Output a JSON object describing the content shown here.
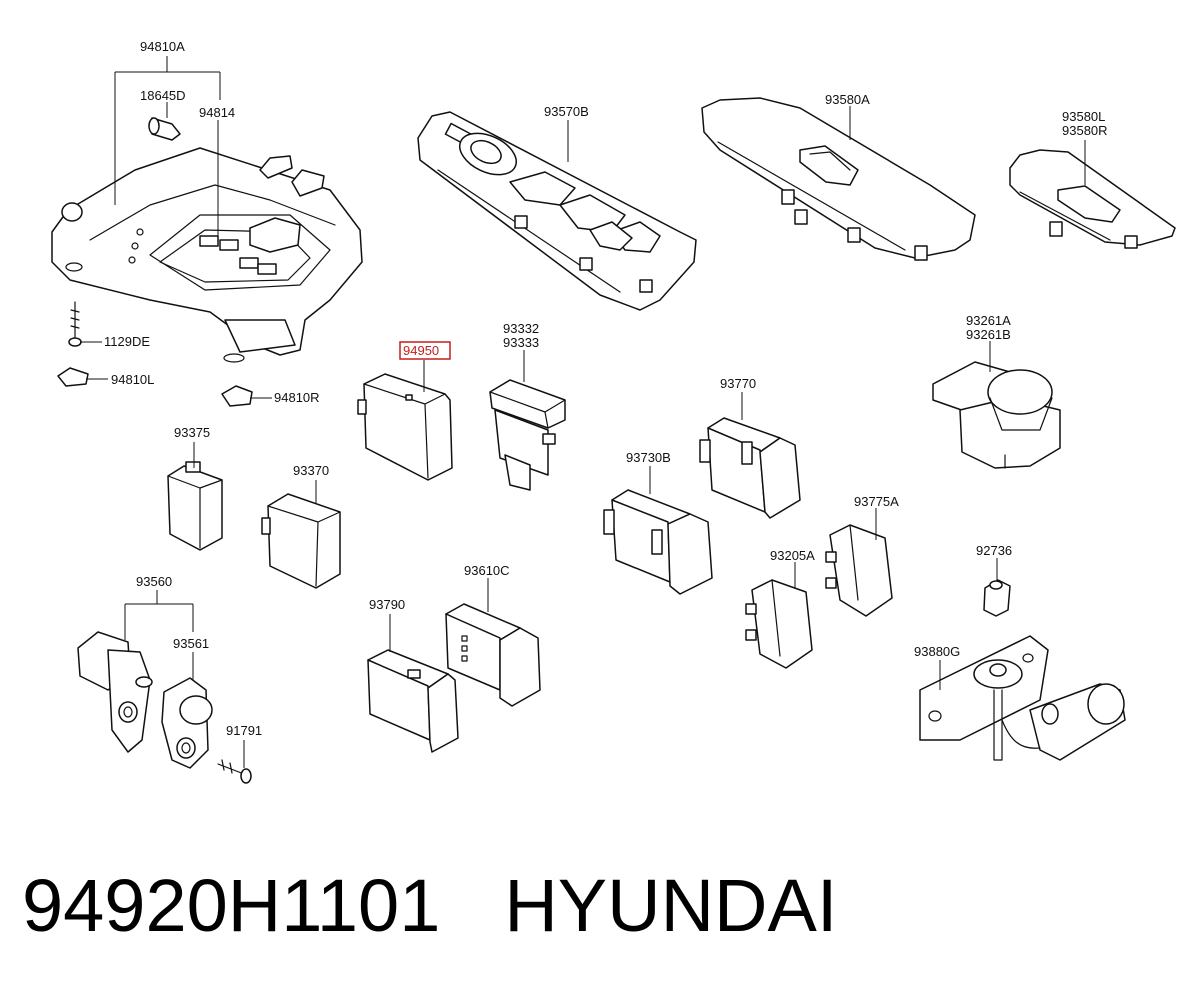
{
  "labels": {
    "l_94810A": "94810A",
    "l_18645D": "18645D",
    "l_94814": "94814",
    "l_1129DE": "1129DE",
    "l_94810L": "94810L",
    "l_94810R": "94810R",
    "l_93570B": "93570B",
    "l_93580A": "93580A",
    "l_93580L": "93580L",
    "l_93580R": "93580R",
    "l_94950": "94950",
    "l_93332": "93332",
    "l_93333": "93333",
    "l_93261A": "93261A",
    "l_93261B": "93261B",
    "l_93770": "93770",
    "l_93375": "93375",
    "l_93370": "93370",
    "l_93730B": "93730B",
    "l_93775A": "93775A",
    "l_93205A": "93205A",
    "l_92736": "92736",
    "l_93560": "93560",
    "l_93561": "93561",
    "l_93790": "93790",
    "l_93610C": "93610C",
    "l_93880G": "93880G",
    "l_91791": "91791"
  },
  "footer": {
    "part_number": "94920H1101",
    "brand": "HYUNDAI"
  },
  "highlight_color": "#c41e1e"
}
